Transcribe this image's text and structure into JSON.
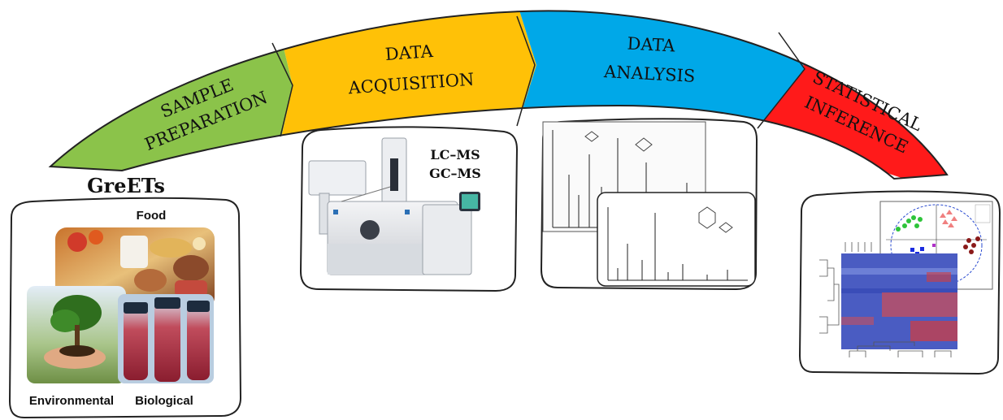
{
  "stages": [
    {
      "id": "sample-preparation",
      "lines": [
        "SAMPLE",
        "PREPARATION"
      ],
      "color": "#8bc34a"
    },
    {
      "id": "data-acquisition",
      "lines": [
        "DATA",
        "ACQUISITION"
      ],
      "color": "#ffc107"
    },
    {
      "id": "data-analysis",
      "lines": [
        "DATA",
        "ANALYSIS"
      ],
      "color": "#00a8e8"
    },
    {
      "id": "statistical-inference",
      "lines": [
        "STATISTICAL",
        "INFERENCE"
      ],
      "color": "#ff1a1a"
    }
  ],
  "greets_title": "GreETs",
  "sample_panel": {
    "food_label": "Food",
    "environmental_label": "Environmental",
    "biological_label": "Biological"
  },
  "acquisition_panel": {
    "line1": "LC–MS",
    "line2": "GC–MS"
  },
  "colors": {
    "outline": "#222222",
    "heatmap_blue": "#3a4db8",
    "heatmap_red": "#d43c3c"
  }
}
